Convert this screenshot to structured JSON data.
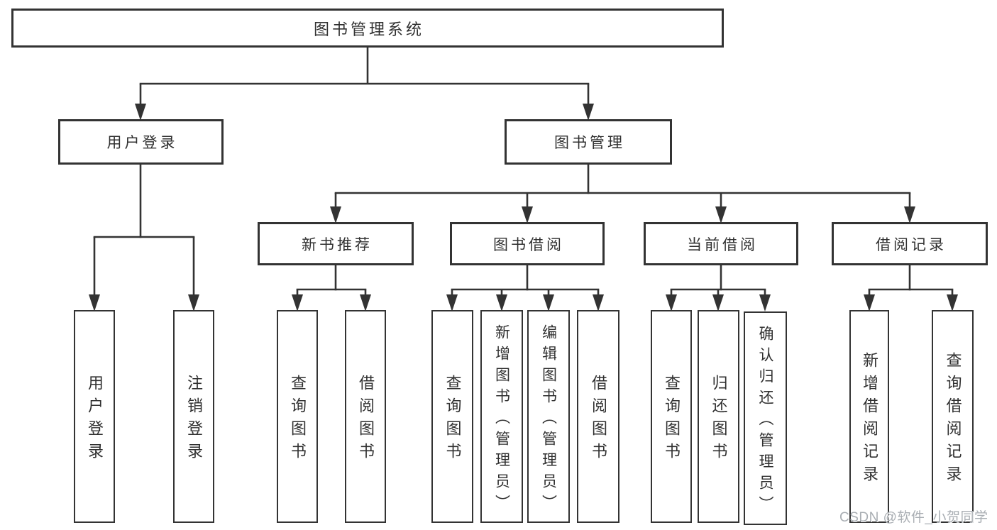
{
  "diagram": {
    "root": {
      "label": "图书管理系统"
    },
    "level1": [
      {
        "id": "user-login",
        "label": "用户登录"
      },
      {
        "id": "book-management",
        "label": "图书管理"
      }
    ],
    "level2": [
      {
        "id": "new-book-recommend",
        "label": "新书推荐"
      },
      {
        "id": "book-borrow",
        "label": "图书借阅"
      },
      {
        "id": "current-borrow",
        "label": "当前借阅"
      },
      {
        "id": "borrow-record",
        "label": "借阅记录"
      }
    ],
    "level3": [
      {
        "id": "leaf-user-login",
        "label": "用户登录"
      },
      {
        "id": "leaf-logout",
        "label": "注销登录"
      },
      {
        "id": "leaf-query-books-recommend",
        "label": "查询图书"
      },
      {
        "id": "leaf-borrow-books-recommend",
        "label": "借阅图书"
      },
      {
        "id": "leaf-query-books-borrow",
        "label": "查询图书"
      },
      {
        "id": "leaf-add-book-admin",
        "label": "新增图书（管理员）"
      },
      {
        "id": "leaf-edit-book-admin",
        "label": "编辑图书（管理员）"
      },
      {
        "id": "leaf-borrow-books",
        "label": "借阅图书"
      },
      {
        "id": "leaf-query-books-current",
        "label": "查询图书"
      },
      {
        "id": "leaf-return-book",
        "label": "归还图书"
      },
      {
        "id": "leaf-confirm-return-admin",
        "label": "确认归还（管理员）"
      },
      {
        "id": "leaf-add-borrow-record",
        "label": "新增借阅记录"
      },
      {
        "id": "leaf-query-borrow-record",
        "label": "查询借阅记录"
      }
    ],
    "colors": {
      "line": "#333333",
      "border": "#333333",
      "text": "#303030",
      "background": "#ffffff"
    }
  },
  "watermark": {
    "text": "CSDN @软件_小贺同学",
    "color": "#a9aeb3"
  }
}
